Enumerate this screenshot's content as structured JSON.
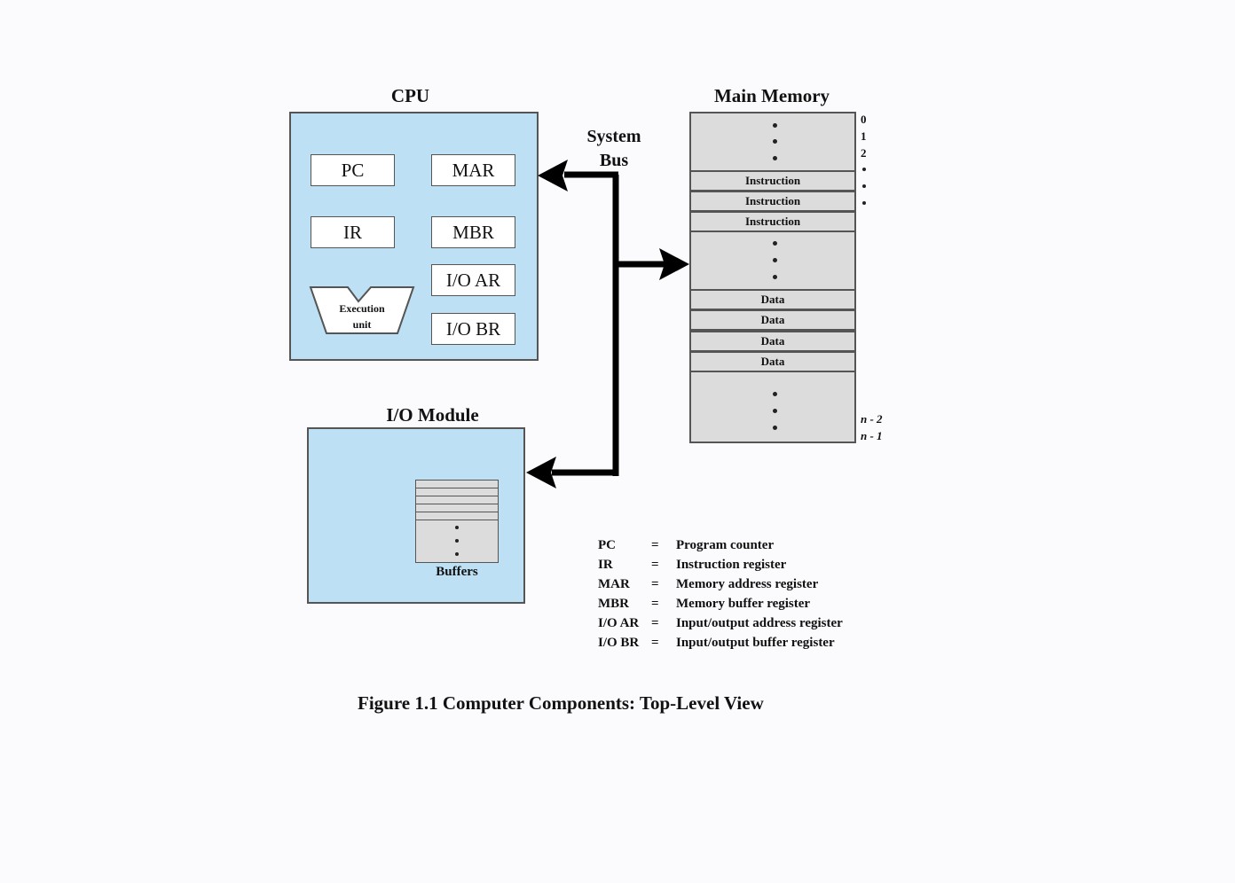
{
  "cpu": {
    "title": "CPU",
    "registers": {
      "pc": "PC",
      "mar": "MAR",
      "ir": "IR",
      "mbr": "MBR",
      "ioar": "I/O AR",
      "iobr": "I/O BR"
    },
    "execution_unit": {
      "line1": "Execution",
      "line2": "unit"
    }
  },
  "bus": {
    "line1": "System",
    "line2": "Bus"
  },
  "memory": {
    "title": "Main Memory",
    "instruction_label": "Instruction",
    "data_label": "Data",
    "addresses": {
      "a0": "0",
      "a1": "1",
      "a2": "2",
      "n2": "n - 2",
      "n1": "n - 1"
    }
  },
  "io_module": {
    "title": "I/O Module",
    "buffers_label": "Buffers"
  },
  "legend": [
    {
      "abbr": "PC",
      "eq": "=",
      "def": "Program counter"
    },
    {
      "abbr": "IR",
      "eq": "=",
      "def": "Instruction register"
    },
    {
      "abbr": "MAR",
      "eq": "=",
      "def": "Memory address register"
    },
    {
      "abbr": "MBR",
      "eq": "=",
      "def": "Memory buffer register"
    },
    {
      "abbr": "I/O AR",
      "eq": "=",
      "def": "Input/output address register"
    },
    {
      "abbr": "I/O BR",
      "eq": "=",
      "def": "Input/output buffer register"
    }
  ],
  "caption": "Figure 1.1  Computer Components: Top-Level View",
  "colors": {
    "panel": "#bde0f5",
    "memory": "#dcdcdc",
    "border": "#555555",
    "arrow": "#000000"
  }
}
